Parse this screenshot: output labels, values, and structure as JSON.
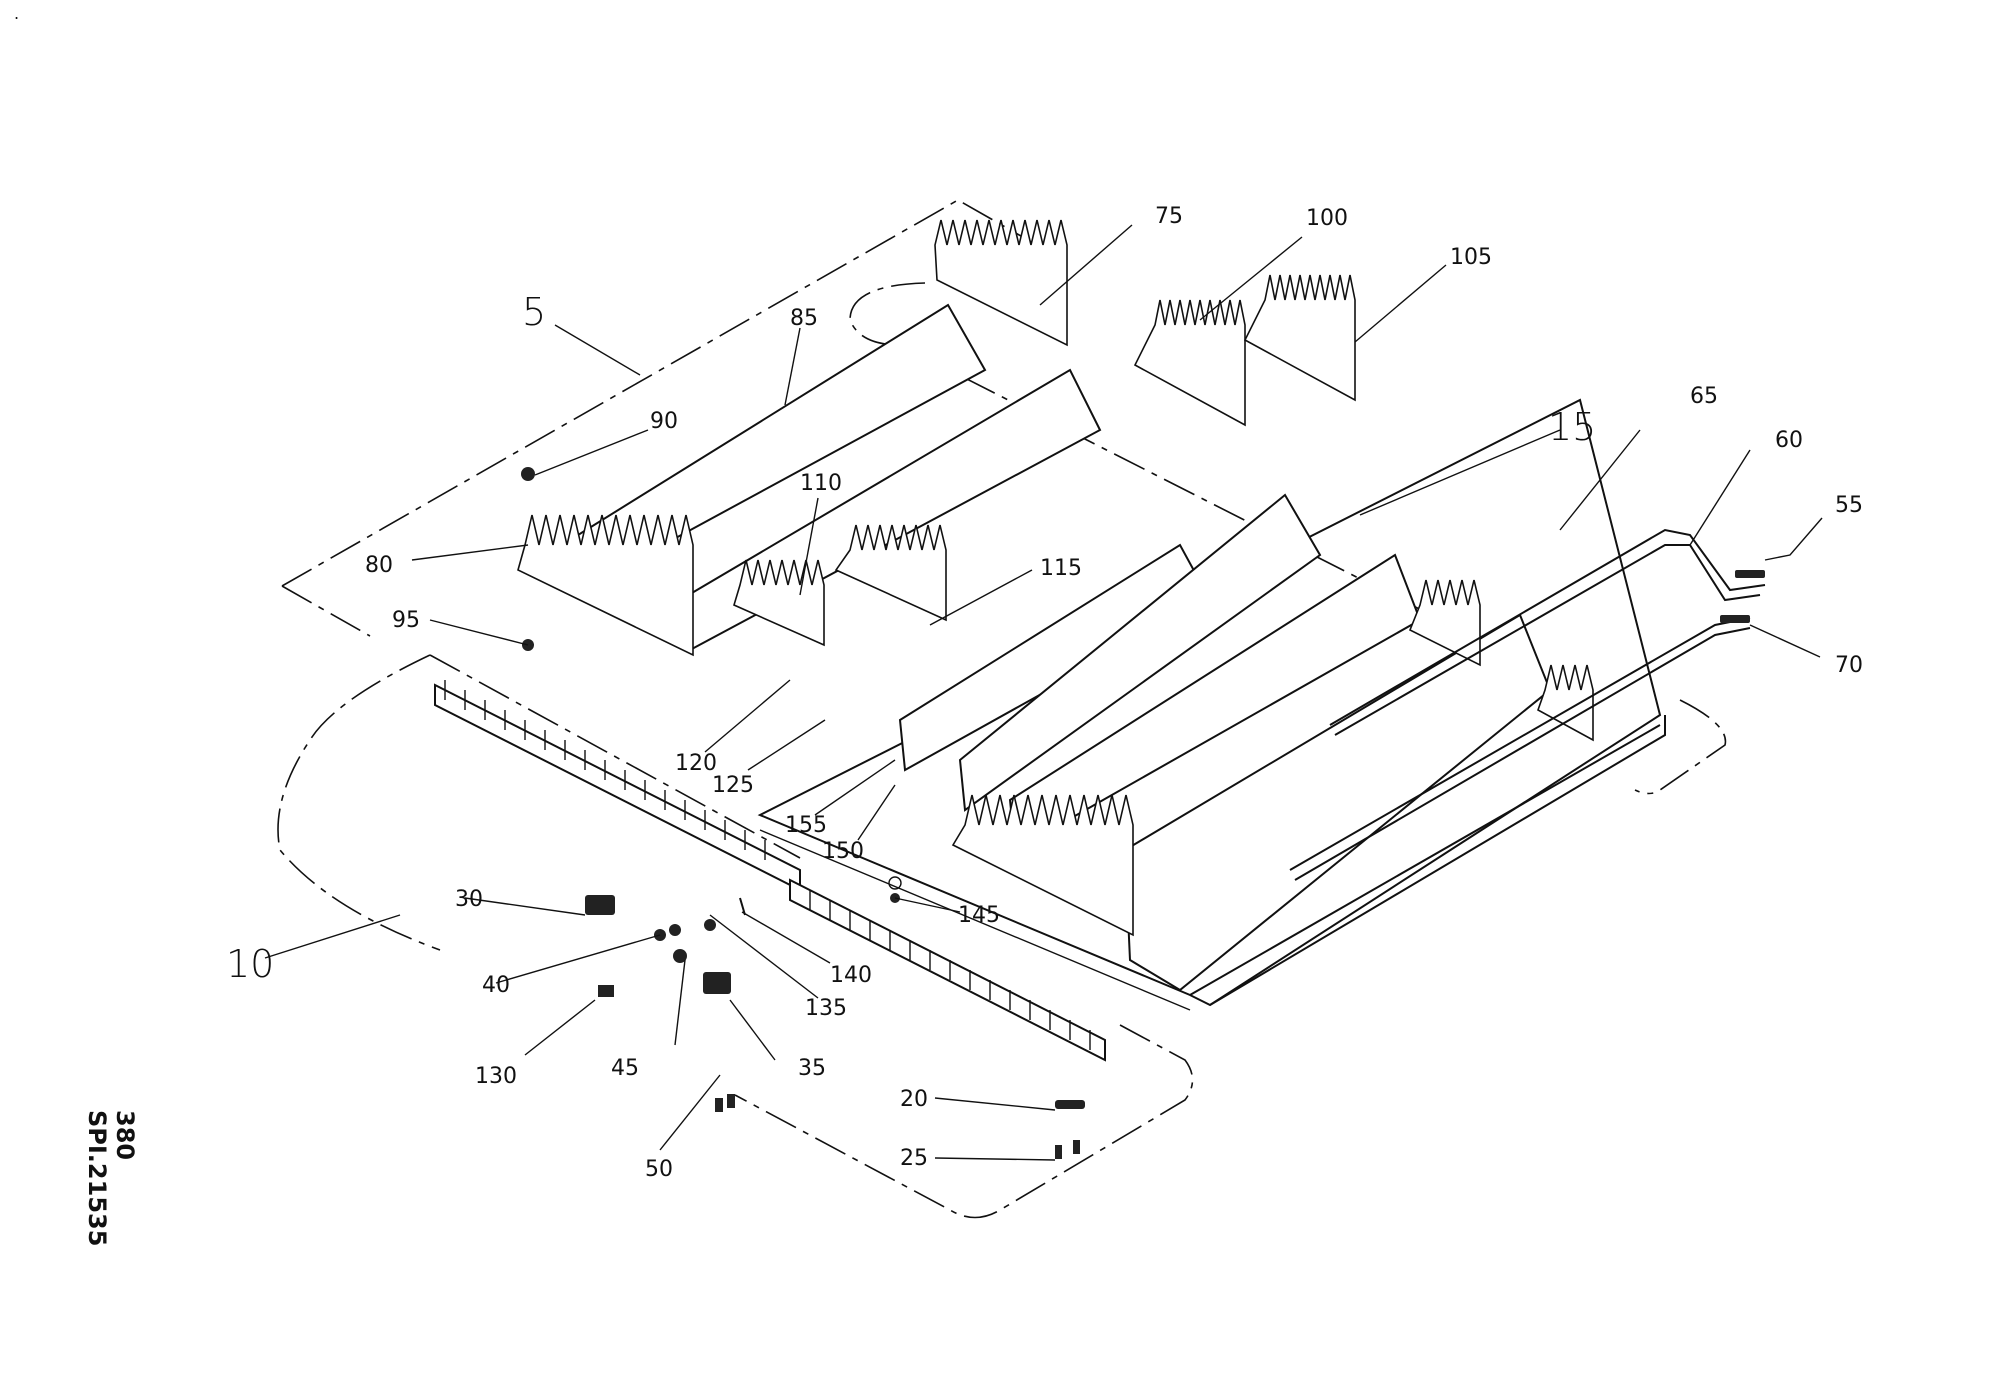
{
  "drawing": {
    "corner_mark": ".",
    "reference": {
      "sheet": "380",
      "code": "SPI.21535"
    },
    "group_callouts": [
      "5",
      "10",
      "15"
    ],
    "part_callouts": [
      "20",
      "25",
      "30",
      "35",
      "40",
      "45",
      "50",
      "55",
      "60",
      "65",
      "70",
      "75",
      "80",
      "85",
      "90",
      "95",
      "100",
      "105",
      "110",
      "115",
      "120",
      "125",
      "130",
      "135",
      "140",
      "145",
      "150",
      "155"
    ]
  }
}
